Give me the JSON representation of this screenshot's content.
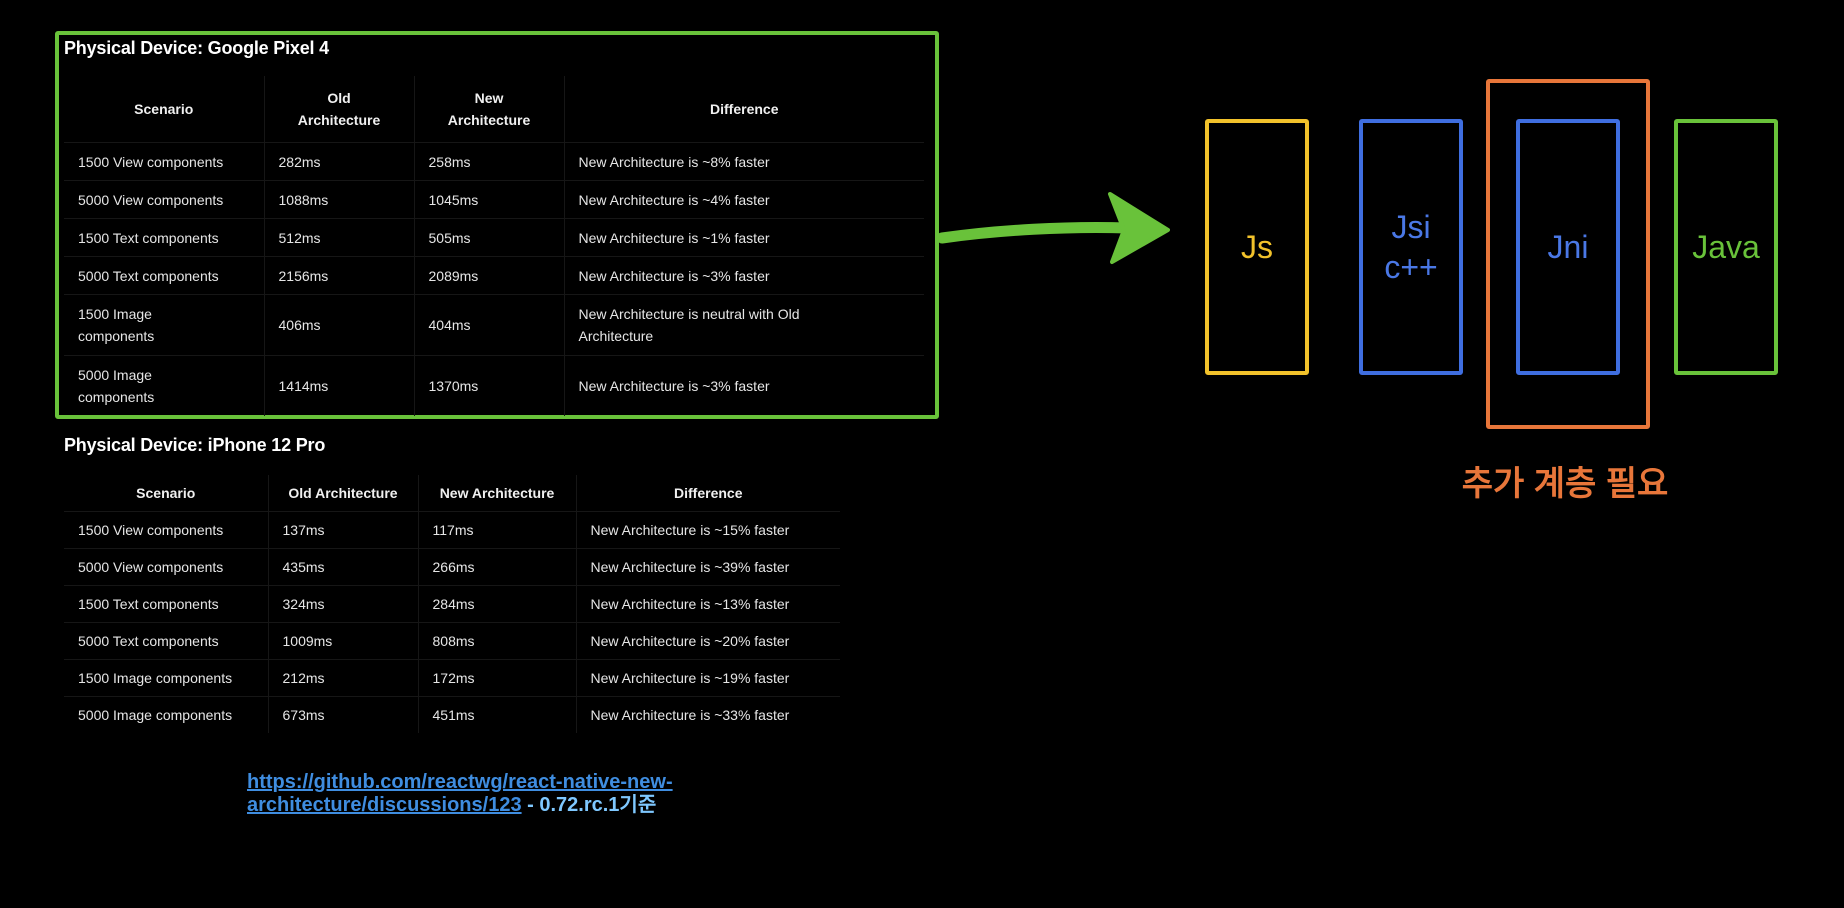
{
  "pixel4": {
    "title": "Physical Device: Google Pixel 4",
    "headers": {
      "scenario": "Scenario",
      "old_l1": "Old",
      "old_l2": "Architecture",
      "new_l1": "New",
      "new_l2": "Architecture",
      "difference": "Difference"
    },
    "rows": [
      {
        "scenario": "1500 View components",
        "old": "282ms",
        "new": "258ms",
        "difference": "New Architecture is ~8% faster"
      },
      {
        "scenario": "5000 View components",
        "old": "1088ms",
        "new": "1045ms",
        "difference": "New Architecture is ~4% faster"
      },
      {
        "scenario": "1500 Text components",
        "old": "512ms",
        "new": "505ms",
        "difference": "New Architecture is ~1% faster"
      },
      {
        "scenario": "5000 Text components",
        "old": "2156ms",
        "new": "2089ms",
        "difference": "New Architecture is ~3% faster"
      },
      {
        "scenario_l1": "1500 Image",
        "scenario_l2": "components",
        "old": "406ms",
        "new": "404ms",
        "difference_l1": "New Architecture is neutral with Old",
        "difference_l2": "Architecture"
      },
      {
        "scenario_l1": "5000 Image",
        "scenario_l2": "components",
        "old": "1414ms",
        "new": "1370ms",
        "difference": "New Architecture is ~3% faster"
      }
    ]
  },
  "iphone": {
    "title": "Physical Device: iPhone 12 Pro",
    "headers": {
      "scenario": "Scenario",
      "old": "Old Architecture",
      "new": "New Architecture",
      "difference": "Difference"
    },
    "rows": [
      {
        "scenario": "1500 View components",
        "old": "137ms",
        "new": "117ms",
        "difference": "New Architecture is ~15% faster"
      },
      {
        "scenario": "5000 View components",
        "old": "435ms",
        "new": "266ms",
        "difference": "New Architecture is ~39% faster"
      },
      {
        "scenario": "1500 Text components",
        "old": "324ms",
        "new": "284ms",
        "difference": "New Architecture is ~13% faster"
      },
      {
        "scenario": "5000 Text components",
        "old": "1009ms",
        "new": "808ms",
        "difference": "New Architecture is ~20% faster"
      },
      {
        "scenario": "1500 Image components",
        "old": "212ms",
        "new": "172ms",
        "difference": "New Architecture is ~19% faster"
      },
      {
        "scenario": "5000 Image components",
        "old": "673ms",
        "new": "451ms",
        "difference": "New Architecture is ~33% faster"
      }
    ]
  },
  "source": {
    "link_line1": "https://github.com/reactwg/react-native-new-",
    "link_line2": "architecture/discussions/123",
    "suffix": " - 0.72.rc.1기준"
  },
  "diagram": {
    "js": "Js",
    "jsi_l1": "Jsi",
    "jsi_l2": "c++",
    "jni": "Jni",
    "java": "Java",
    "extra_layer": "추가 계층 필요",
    "colors": {
      "js": "#f2c22b",
      "jsi": "#3f6ee0",
      "outer": "#e8763a",
      "java": "#69c23a",
      "arrow": "#69c23a"
    }
  }
}
